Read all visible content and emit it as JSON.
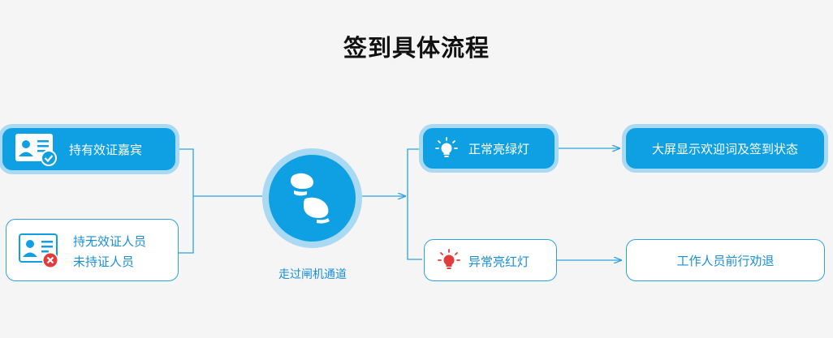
{
  "title": "签到具体流程",
  "nodes": {
    "valid_guest": "持有效证嘉宾",
    "invalid_line1": "持无效证人员",
    "invalid_line2": "未持证人员",
    "gate": "走过闸机通道",
    "green_light": "正常亮绿灯",
    "red_light": "异常亮红灯",
    "big_screen": "大屏显示欢迎词及签到状态",
    "staff": "工作人员前行劝退"
  },
  "icons": {
    "valid": "id-card-check-icon",
    "invalid": "id-card-cross-icon",
    "gate": "footprints-icon",
    "green": "lightbulb-icon",
    "red": "alert-lightbulb-icon"
  },
  "colors": {
    "primary": "#0ea0e3",
    "halo": "#aad9f3",
    "error": "#e23b3b",
    "text_blue": "#1a8fd6"
  }
}
